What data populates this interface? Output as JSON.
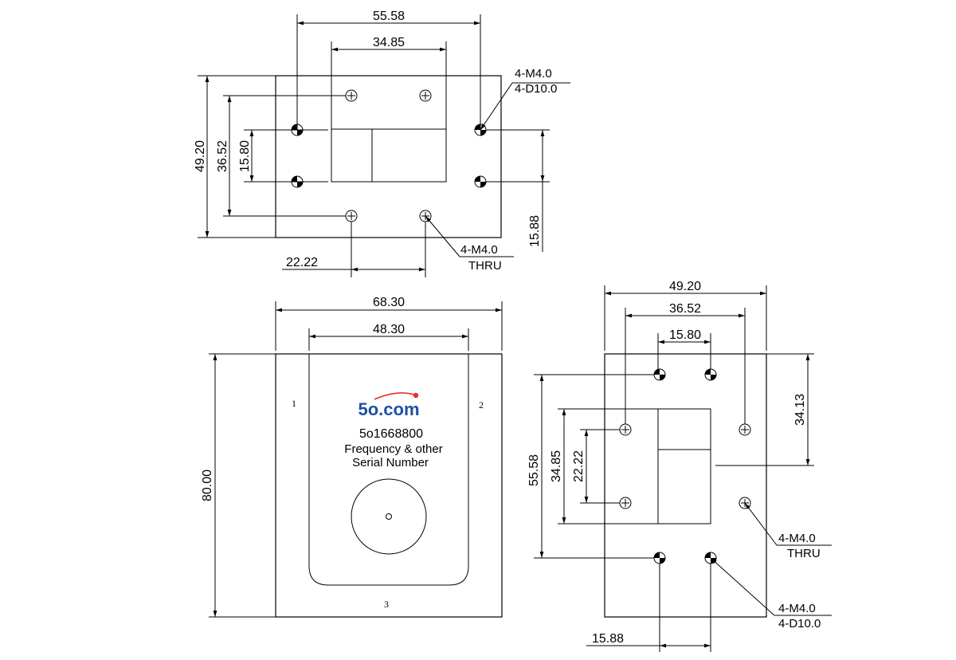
{
  "top_view": {
    "dims": {
      "overall_width": "55.58",
      "inner_width": "34.85",
      "overall_height": "49.20",
      "hole_span_v": "36.52",
      "aperture_h": "15.80",
      "offset_right": "15.88",
      "offset_bottom": "22.22"
    },
    "callout_top": [
      "4-M4.0",
      "4-D10.0"
    ],
    "callout_bottom": [
      "4-M4.0",
      "THRU"
    ]
  },
  "front_view": {
    "dims": {
      "overall_width": "68.30",
      "inner_width": "48.30",
      "height": "80.00"
    },
    "pins": [
      "1",
      "2",
      "3"
    ],
    "logo": "5o.com",
    "label_lines": [
      "5o1668800",
      "Frequency & other",
      "Serial Number"
    ]
  },
  "side_view": {
    "dims": {
      "overall_width": "49.20",
      "hole_span_h": "36.52",
      "aperture_w": "15.80",
      "offset_top": "34.13",
      "overall_height": "55.58",
      "inner_height": "34.85",
      "hole_span_v": "22.22",
      "offset_bottom": "15.88"
    },
    "callout_mid": [
      "4-M4.0",
      "THRU"
    ],
    "callout_bottom": [
      "4-M4.0",
      "4-D10.0"
    ]
  },
  "colors": {
    "logo": "#1f4fa6",
    "logo_dot": "#e03030",
    "line": "#000000"
  }
}
